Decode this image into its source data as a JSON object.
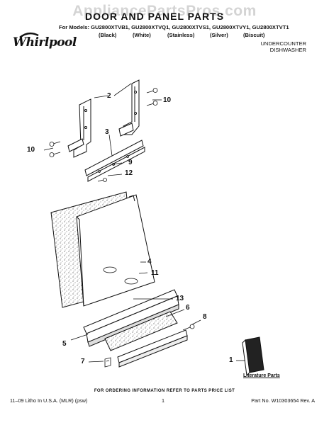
{
  "watermark": "AppliancePartsPros.com",
  "title": "DOOR AND PANEL PARTS",
  "models_line": "For Models: GU2800XTVB1, GU2800XTVQ1, GU2800XTVS1, GU2800XTVY1, GU2800XTVT1",
  "colors": [
    "(Black)",
    "(White)",
    "(Stainless)",
    "(Silver)",
    "(Biscuit)"
  ],
  "brand": "Whirlpool",
  "subtitle_1": "UNDERCOUNTER",
  "subtitle_2": "DISHWASHER",
  "callouts": [
    "2",
    "10",
    "3",
    "10",
    "9",
    "12",
    "4",
    "11",
    "13",
    "6",
    "8",
    "5",
    "7",
    "1"
  ],
  "literature_label": "Literature Parts",
  "footer_center": "FOR ORDERING INFORMATION REFER TO PARTS PRICE LIST",
  "footer_left": "11–09 Litho In U.S.A. (MLR) (psw)",
  "footer_page": "1",
  "footer_right": "Part No. W10303654 Rev. A"
}
